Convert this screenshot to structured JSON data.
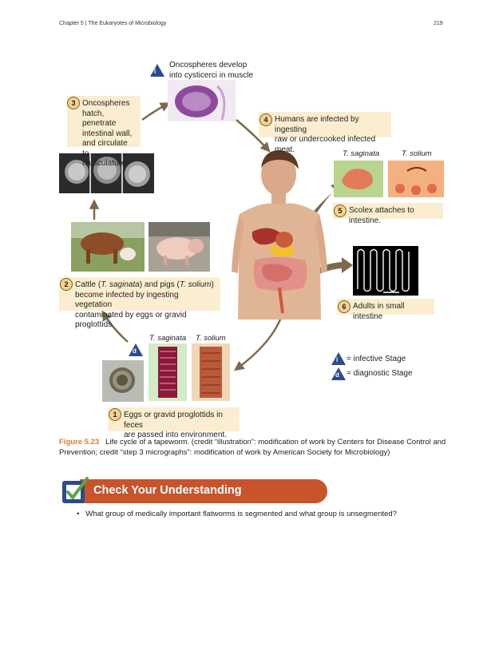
{
  "header": {
    "chapter": "Chapter 5 | The Eukaryotes of Microbiology",
    "page": "219"
  },
  "diagram": {
    "top_label": {
      "line1": "Oncospheres develop",
      "line2": "into cysticerci in muscle"
    },
    "step3": {
      "num": "3",
      "l1": "Oncospheres",
      "l2": "hatch, penetrate",
      "l3": "intestinal wall,",
      "l4": "and circulate",
      "l5": "to musculature."
    },
    "step4": {
      "num": "4",
      "l1": "Humans are infected by ingesting",
      "l2": "raw or undercooked infected meat."
    },
    "step5": {
      "num": "5",
      "text": "Scolex attaches to intestine."
    },
    "step6": {
      "num": "6",
      "text": "Adults in small intestine"
    },
    "step2": {
      "num": "2",
      "l1_a": "Cattle (",
      "l1_b": "T. saginata",
      "l1_c": ") and pigs (",
      "l1_d": "T. solium",
      "l1_e": ")",
      "l2": "become infected by ingesting vegetation",
      "l3": "contaminated by eggs or gravid proglottids."
    },
    "step1": {
      "num": "1",
      "l1": "Eggs or gravid proglottids in feces",
      "l2": "are passed into environment."
    },
    "species_top": {
      "a": "T. saginata",
      "b": "T. solium"
    },
    "species_bottom": {
      "a": "T. saginata",
      "b": "T. solium"
    },
    "legend": {
      "i_symbol": "i",
      "i_text": "= infective Stage",
      "d_symbol": "d",
      "d_text": "= diagnostic Stage"
    },
    "colors": {
      "callout_bg": "#fbeed0",
      "badge": "#2d4a8c",
      "arrow": "#7d6a4e",
      "figure_label": "#e07a2c"
    }
  },
  "caption": {
    "label": "Figure 5.23",
    "text1": "Life cycle of a tapeworm. (credit “illustration”: modification of work by Centers for Disease Control and",
    "text2": "Prevention; credit “step 3 micrographs”: modification of work by American Society for Microbiology)"
  },
  "cyu": {
    "title": "Check Your Understanding",
    "bullet": "What group of medically important flatworms is segmented and what group is unsegmented?",
    "icon": "checkbox-check-icon"
  }
}
